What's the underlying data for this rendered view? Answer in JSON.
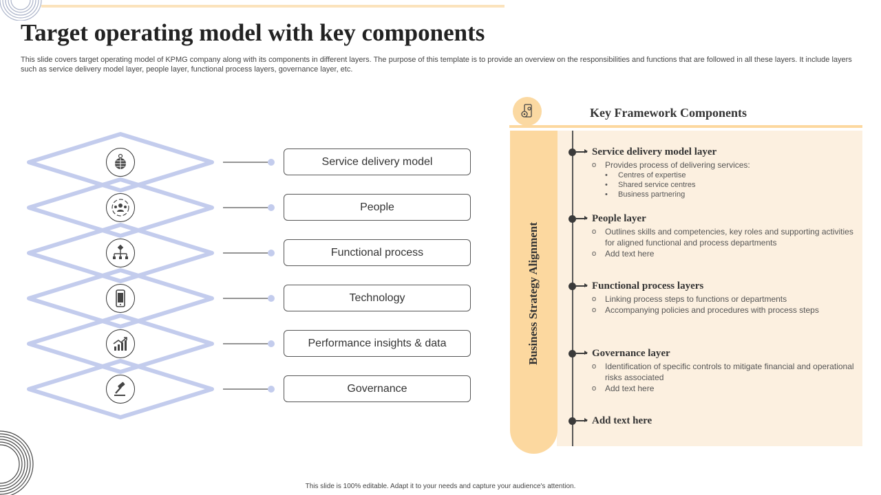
{
  "title": "Target operating model with key components",
  "subtitle": "This slide covers target operating model of KPMG company along with its components in different layers. The purpose of this template is to provide an overview on the responsibilities and functions that are followed in all these layers. It include layers such as service delivery model layer, people layer, functional process layers, governance layer, etc.",
  "layers": [
    {
      "label": "Service delivery model",
      "icon": "globe-pin-icon"
    },
    {
      "label": "People",
      "icon": "people-network-icon"
    },
    {
      "label": "Functional process",
      "icon": "hierarchy-icon"
    },
    {
      "label": "Technology",
      "icon": "smartphone-icon"
    },
    {
      "label": "Performance insights & data",
      "icon": "growth-chart-icon"
    },
    {
      "label": "Governance",
      "icon": "gavel-icon"
    }
  ],
  "panel": {
    "title": "Key Framework Components",
    "vertical_label": "Business Strategy Alignment",
    "sections": [
      {
        "title": "Service delivery model layer",
        "items": [
          "Provides process of delivering services:"
        ],
        "sub_items": [
          "Centres of expertise",
          "Shared service centres",
          "Business partnering"
        ]
      },
      {
        "title": "People layer",
        "items": [
          "Outlines skills and competencies, key roles and supporting activities for aligned functional and process departments",
          "Add text here"
        ]
      },
      {
        "title": "Functional  process layers",
        "items": [
          "Linking process steps to functions or departments",
          "Accompanying policies and procedures with process steps"
        ]
      },
      {
        "title": "Governance layer",
        "items": [
          "Identification of specific controls to mitigate financial and operational risks associated",
          "Add text here"
        ]
      },
      {
        "title": "Add text here",
        "items": []
      }
    ]
  },
  "footer": "This slide is 100% editable. Adapt it to your needs and capture your audience's attention.",
  "colors": {
    "diamond": "#c3cced",
    "accent": "#fcd89f",
    "panel": "#fcf0e0"
  }
}
